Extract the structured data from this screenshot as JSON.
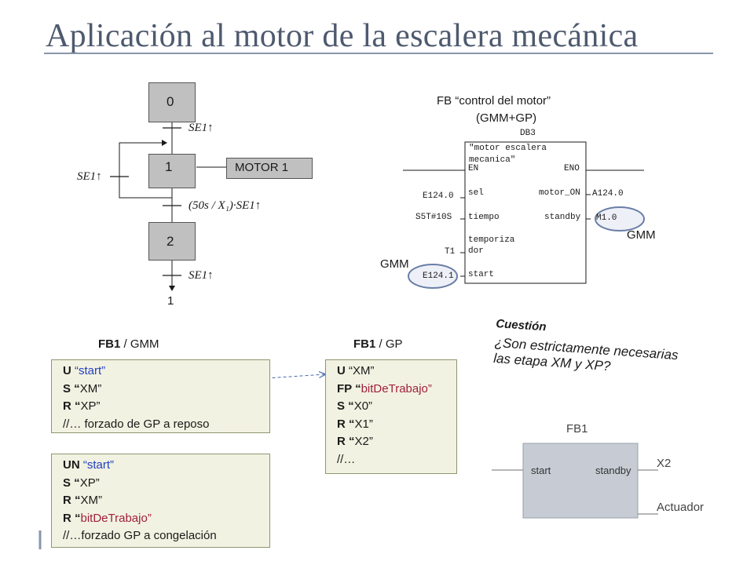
{
  "title": "Aplicación al motor de la escalera mecánica",
  "grafcet": {
    "step0": "0",
    "step1": "1",
    "step2": "2",
    "action1": "MOTOR 1",
    "t_0_1": "SE1↑",
    "t_1_2": "(50s / X₁)·SE1↑",
    "t_2_out": "SE1↑",
    "t_loop": "SE1↑",
    "target": "1"
  },
  "fb_block": {
    "heading_line1": "FB “control del motor”",
    "heading_line2": "(GMM+GP)",
    "db": "DB3",
    "name_line1": "\"motor escalera",
    "name_line2": "mecanica\"",
    "pins_left": [
      "EN",
      "sel",
      "tiempo",
      "temporiza",
      "dor",
      "start"
    ],
    "pins_right": [
      "ENO",
      "motor_ON",
      "standby"
    ],
    "params_left": [
      "E124.0",
      "S5T#10S",
      "T1",
      "E124.1"
    ],
    "params_right": [
      "A124.0",
      "M1.0"
    ],
    "gmm_right": "GMM",
    "gmm_left": "GMM"
  },
  "fb1_gmm": {
    "heading_bold": "FB1",
    "heading_rest": " / GMM",
    "lines": [
      {
        "k": "U ",
        "v": "“start”",
        "c": "blue"
      },
      {
        "k": "S “",
        "v": "XM”",
        "c": "plain"
      },
      {
        "k": "R “",
        "v": "XP”",
        "c": "plain"
      },
      {
        "k": "",
        "v": "//…   forzado de GP a reposo",
        "c": "cmt"
      }
    ]
  },
  "fb1_gmm2": {
    "lines": [
      {
        "k": "UN ",
        "v": "“start”",
        "c": "blue"
      },
      {
        "k": "S “",
        "v": "XP”",
        "c": "plain"
      },
      {
        "k": "R “",
        "v": "XM”",
        "c": "plain"
      },
      {
        "k": "R “",
        "v": "bitDeTrabajo”",
        "c": "red"
      },
      {
        "k": "",
        "v": "//…forzado GP a congelación",
        "c": "cmt"
      }
    ]
  },
  "fb1_gp": {
    "heading_bold": "FB1",
    "heading_rest": " / GP",
    "lines": [
      {
        "k": "U ",
        "v": "“XM”",
        "c": "plain"
      },
      {
        "k": "FP “",
        "v": "bitDeTrabajo”",
        "c": "red"
      },
      {
        "k": "S “",
        "v": "X0”",
        "c": "plain"
      },
      {
        "k": "R “",
        "v": "X1”",
        "c": "plain"
      },
      {
        "k": "R “",
        "v": "X2”",
        "c": "plain"
      },
      {
        "k": "",
        "v": "//…",
        "c": "cmt"
      }
    ]
  },
  "question": {
    "title": "Cuestión",
    "line1": "¿Son estrictamente necesarias",
    "line2": "las etapa  XM y XP?"
  },
  "fb1_small": {
    "title": "FB1",
    "pin_left": "start",
    "pin_right": "standby",
    "out1": "X2",
    "out2": "Actuador"
  },
  "colors": {
    "title": "#4e5a6e",
    "step_fill": "#c0c0c0",
    "box_fill": "#f2f2e2",
    "ellipse": "#6a7ea6"
  }
}
